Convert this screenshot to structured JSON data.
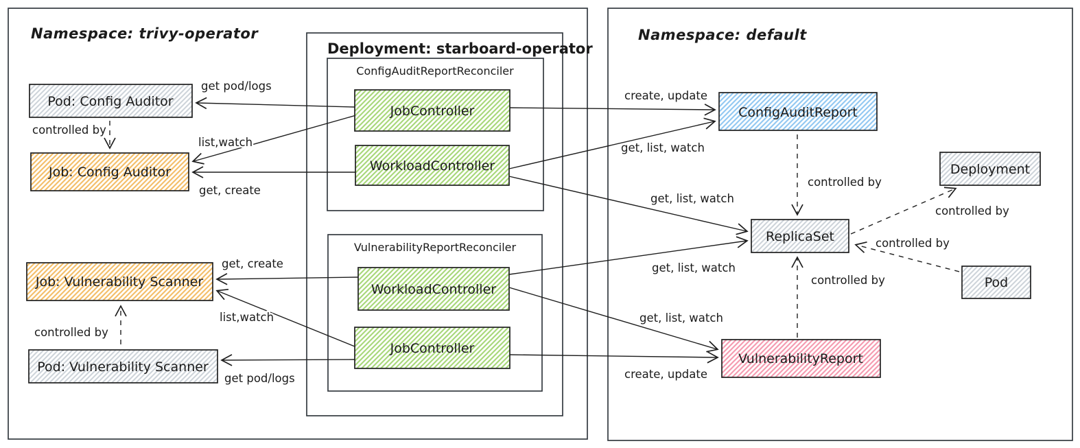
{
  "titles": {
    "namespace_left": "Namespace: trivy-operator",
    "namespace_right": "Namespace: default",
    "deployment_box": "Deployment: starboard-operator",
    "reconciler_config": "ConfigAuditReportReconciler",
    "reconciler_vuln": "VulnerabilityReportReconciler"
  },
  "nodes": {
    "pod_config_auditor": "Pod: Config Auditor",
    "job_config_auditor": "Job: Config Auditor",
    "job_vulnerability_scanner": "Job: Vulnerability Scanner",
    "pod_vulnerability_scanner": "Pod: Vulnerability Scanner",
    "job_controller_1": "JobController",
    "workload_controller_1": "WorkloadController",
    "workload_controller_2": "WorkloadController",
    "job_controller_2": "JobController",
    "config_audit_report": "ConfigAuditReport",
    "replica_set": "ReplicaSet",
    "deployment": "Deployment",
    "pod": "Pod",
    "vulnerability_report": "VulnerabilityReport"
  },
  "edges": {
    "jc1_to_pod_ca": "get pod/logs",
    "jc1_to_job_ca": "list,watch",
    "wc1_to_job_ca": "get, create",
    "wc2_to_job_vs": "get, create",
    "jc2_to_job_vs": "list,watch",
    "jc2_to_pod_vs": "get pod/logs",
    "jc1_to_car": "create, update",
    "wc1_to_car": "get, list, watch",
    "wc1_to_rs": "get, list, watch",
    "wc2_to_rs": "get, list, watch",
    "wc2_to_vr": "get, list, watch",
    "jc2_to_vr": "create, update",
    "pod_ca_controlled_by": "controlled by",
    "pod_vs_controlled_by": "controlled by",
    "car_rs_controlled_by": "controlled by",
    "rs_deployment_controlled_by": "controlled by",
    "pod_rs_controlled_by": "controlled by",
    "vr_rs_controlled_by": "controlled by"
  },
  "colors": {
    "stroke": "#1e1e1e",
    "container_stroke": "#343a40",
    "hatch_gray": "#ced4da",
    "hatch_orange": "#f4bf6b",
    "hatch_green": "#a9d87b",
    "hatch_blue": "#94c9f2",
    "hatch_pink": "#f59cb1"
  }
}
